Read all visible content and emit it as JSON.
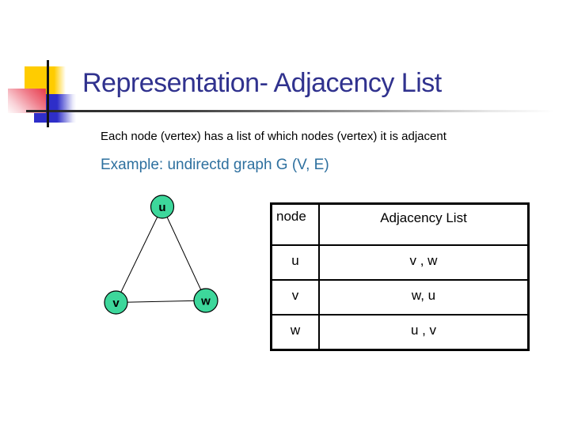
{
  "slide": {
    "title": "Representation- Adjacency List",
    "body_text": "Each node (vertex) has a list of which nodes (vertex) it is adjacent",
    "example_text": "Example: undirectd graph G (V, E)"
  },
  "graph": {
    "nodes": [
      {
        "id": "u",
        "label": "u"
      },
      {
        "id": "v",
        "label": "v"
      },
      {
        "id": "w",
        "label": "w"
      }
    ],
    "edges": [
      [
        "u",
        "v"
      ],
      [
        "u",
        "w"
      ],
      [
        "v",
        "w"
      ]
    ]
  },
  "table": {
    "headers": [
      "node",
      "Adjacency List"
    ],
    "rows": [
      {
        "node": "u",
        "adjacency": "v , w"
      },
      {
        "node": "v",
        "adjacency": "w, u"
      },
      {
        "node": "w",
        "adjacency": "u , v"
      }
    ]
  },
  "colors": {
    "title_text": "#30328E",
    "example_text": "#2E709F",
    "body_text": "#000000",
    "node_fill": "#3DD79B",
    "deco_yellow": "#FFCC00",
    "deco_blue": "#2E2EC9",
    "deco_red": "#E73B4B",
    "table_border": "#000000",
    "background": "#FFFFFF"
  }
}
